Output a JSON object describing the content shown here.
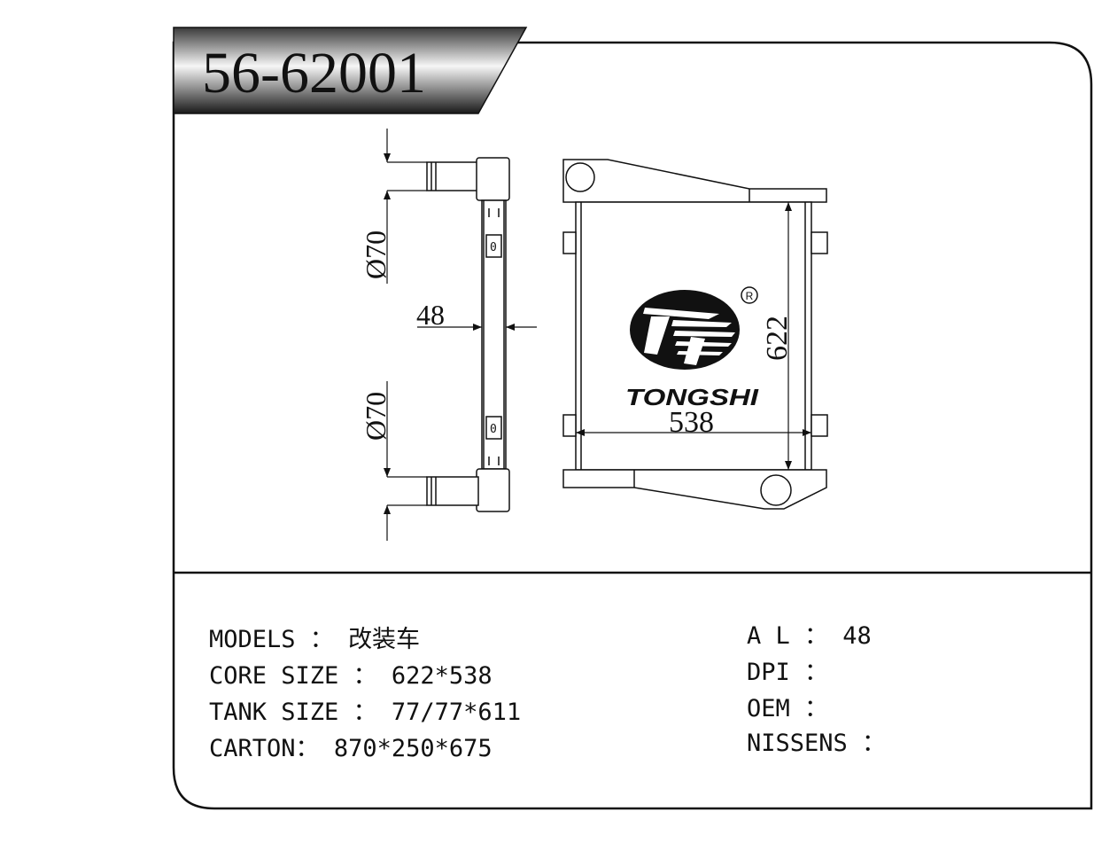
{
  "part_number": "56-62001",
  "brand": {
    "name": "TONGSHI",
    "registered_mark": "R"
  },
  "dimensions": {
    "inlet_diameter": "Ø70",
    "outlet_diameter": "Ø70",
    "core_depth": "48",
    "core_height": "622",
    "core_width": "538",
    "port_marker_top": "0",
    "port_marker_bottom": "0"
  },
  "specs_left": [
    {
      "label": "MODELS",
      "separator": " ： ",
      "value": "改装车"
    },
    {
      "label": "CORE SIZE",
      "separator": " ： ",
      "value": "622*538"
    },
    {
      "label": "TANK SIZE",
      "separator": " ： ",
      "value": "77/77*611"
    },
    {
      "label": "CARTON",
      "separator": "： ",
      "value": "870*250*675"
    }
  ],
  "specs_right": [
    {
      "label": "A L",
      "separator": " ： ",
      "value": "48"
    },
    {
      "label": "DPI",
      "separator": " ：",
      "value": ""
    },
    {
      "label": "OEM",
      "separator": " ：",
      "value": ""
    },
    {
      "label": "NISSENS",
      "separator": " ：",
      "value": ""
    }
  ],
  "colors": {
    "line": "#111111",
    "banner_dark": "#1a1a1a",
    "banner_light": "#f4f4f4"
  }
}
